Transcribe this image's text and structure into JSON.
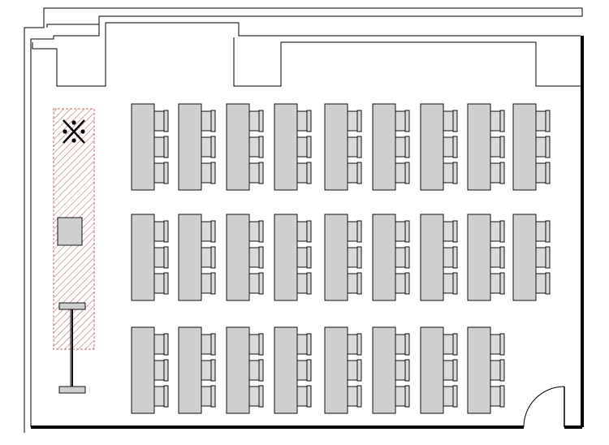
{
  "plan": {
    "kind": "classroom-floor-plan",
    "rows": [
      {
        "desks": 9,
        "chairs_per_desk": 3
      },
      {
        "desks": 9,
        "chairs_per_desk": 3
      },
      {
        "desks": 8,
        "chairs_per_desk": 3
      }
    ],
    "colors": {
      "desk_fill": "#cfcfcf",
      "chair_fill": "#d9d9d9",
      "hatch_line": "#c07070",
      "hatch_border": "#c07070",
      "wall": "#000000"
    },
    "icons": [
      "projector-ceiling-icon",
      "lectern-icon",
      "screen-stand-icon",
      "door-swing-icon"
    ]
  }
}
